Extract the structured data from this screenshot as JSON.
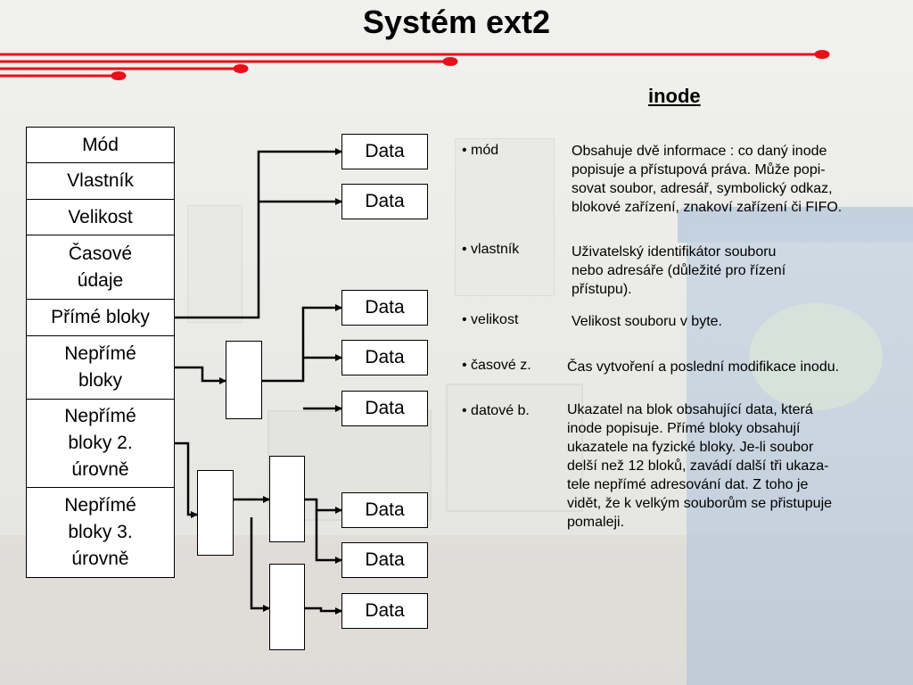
{
  "title": "Systém ext2",
  "subtitle": "inode",
  "inode_fields": [
    "Mód",
    "Vlastník",
    "Velikost",
    "Časové\núdaje",
    "Přímé bloky",
    "Nepřímé\nbloky",
    "Nepřímé\nbloky 2.\núrovně",
    "Nepřímé\nbloky 3.\núrovně"
  ],
  "data_label": "Data",
  "attributes": [
    {
      "name": "• mód",
      "desc": "Obsahuje dvě informace : co daný inode\npopisuje a přístupová práva. Může popi-\nsovat soubor, adresář, symbolický odkaz,\nblokové zařízení, znakoví zařízení či FIFO."
    },
    {
      "name": "• vlastník",
      "desc": "Uživatelský identifikátor souboru\nnebo adresáře (důležité pro řízení\npřístupu)."
    },
    {
      "name": "• velikost",
      "desc": "Velikost souboru v byte."
    },
    {
      "name": "• časové z.",
      "desc": "Čas vytvoření a poslední modifikace inodu."
    },
    {
      "name": "• datové b.",
      "desc": "Ukazatel na blok obsahující data, která\ninode popisuje. Přímé bloky obsahují\nukazatele na fyzické bloky. Je-li soubor\ndelší než 12 bloků, zavádí další tři ukaza-\ntele nepřímé adresování dat. Z toho je\nvidět, že k velkým souborům se přistupuje\npomaleji."
    }
  ],
  "colors": {
    "accent_red": "#e8101a"
  }
}
